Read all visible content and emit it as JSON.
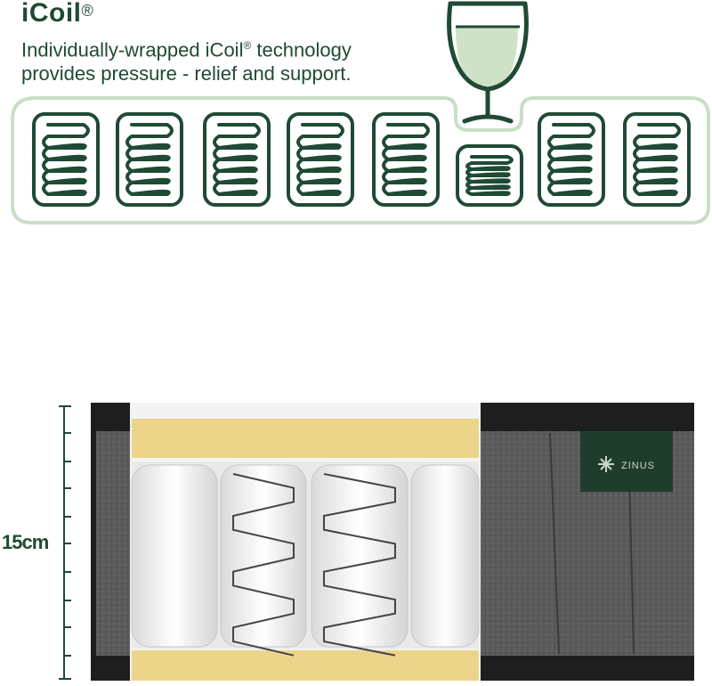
{
  "header": {
    "title": "iCoil",
    "title_mark": "®",
    "line1_a": "Individually-wrapped  iCoil",
    "line1_mark": "®",
    "line1_b": " technology",
    "line2": "provides pressure - relief and support."
  },
  "diagram": {
    "coil_count": 8,
    "compressed_index": 5,
    "icons": [
      "coil-icon",
      "wine-glass-icon"
    ],
    "colors": {
      "stroke": "#1f4a33",
      "tray": "#c9dfc3",
      "wine": "#cfe2c8"
    }
  },
  "mattress": {
    "height_label": "15cm",
    "brand": "ZINUS",
    "colors": {
      "foam": "#ecd58a",
      "fabric": "#5a5a5a",
      "dark": "#1e1e1e",
      "tag": "#1f3d2c"
    }
  }
}
